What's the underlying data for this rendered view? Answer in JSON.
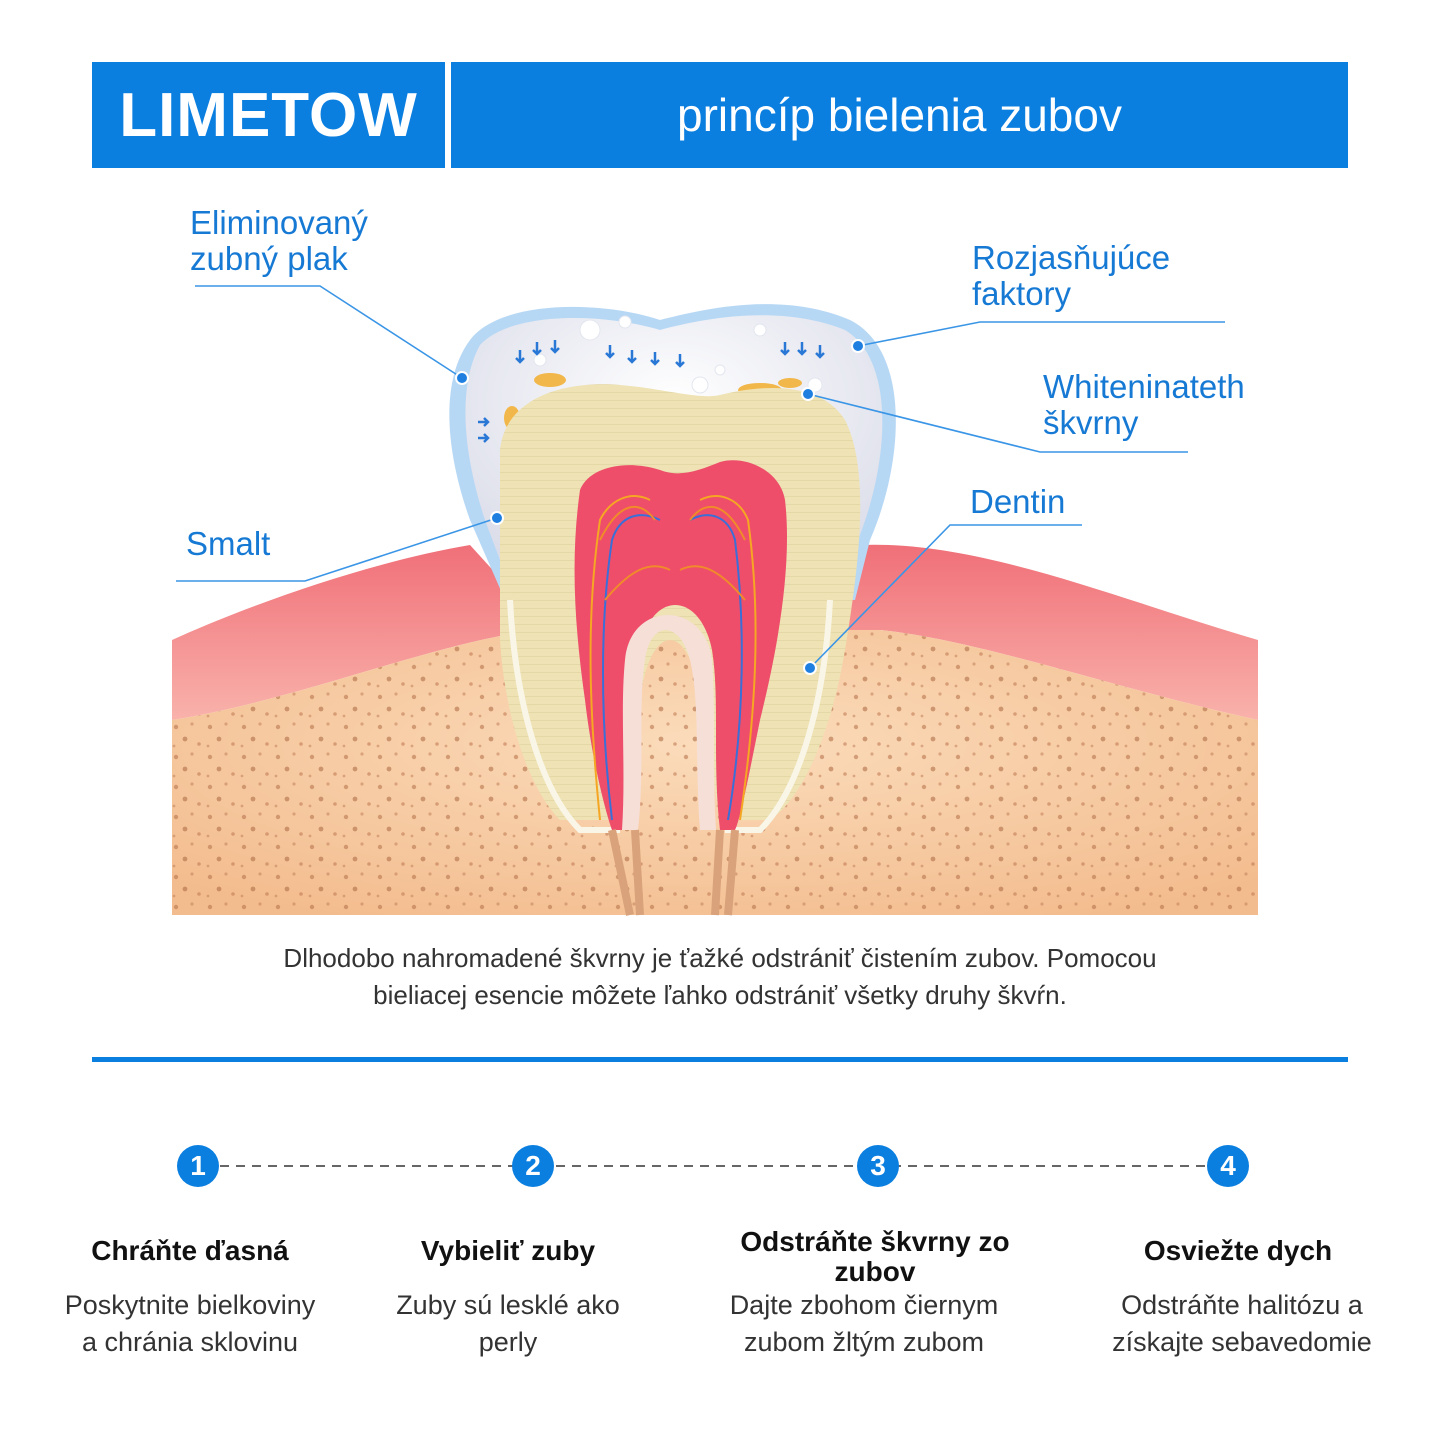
{
  "header": {
    "brand": "LIMETOW",
    "title": "princíp bielenia zubov"
  },
  "labels": {
    "plaque": "Eliminovaný\nzubný plak",
    "brightening": "Rozjasňujúce\nfaktory",
    "stains": "Whiteninateth\nškvrny",
    "dentin": "Dentin",
    "enamel": "Smalt"
  },
  "caption": {
    "line1": "Dlhodobo nahromadené škvrny je ťažké odstrániť čistením zubov. Pomocou",
    "line2": "bieliacej esencie môžete ľahko odstrániť všetky druhy škvŕn."
  },
  "steps": [
    {
      "number": "1",
      "title": "Chráňte ďasná",
      "desc1": "Poskytnite bielkoviny",
      "desc2": "a chránia sklovinu"
    },
    {
      "number": "2",
      "title": "Vybieliť zuby",
      "desc1": "Zuby sú lesklé ako",
      "desc2": "perly"
    },
    {
      "number": "3",
      "title": "Odstráňte škvrny zo\nzubov",
      "desc1": "Dajte zbohom čiernym",
      "desc2": "zubom žltým zubom"
    },
    {
      "number": "4",
      "title": "Osviežte dych",
      "desc1": "Odstráňte halitózu a",
      "desc2": "získajte sebavedomie"
    }
  ],
  "colors": {
    "accent": "#0b7fe0",
    "label": "#1679d4",
    "gum": "#f59a9e",
    "bone": "#f6c99e",
    "pulp": "#ee4e6a",
    "dentin": "#efe2b4",
    "enamel": "#e9ecf5"
  }
}
